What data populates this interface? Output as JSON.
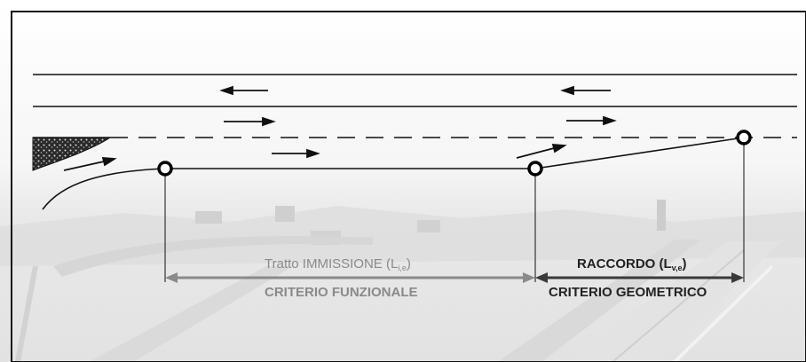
{
  "colors": {
    "lane_lines": "#111111",
    "functional_dimension": "#8a8a8a",
    "geometric_dimension": "#3a3a3a",
    "photo_haze": "#e6e6e6"
  },
  "labels": {
    "tratto_main": "Tratto IMMISSIONE (L",
    "tratto_sub": "i,e",
    "tratto_close": ")",
    "raccordo_main": "RACCORDO (L",
    "raccordo_sub": "v,e",
    "raccordo_close": ")",
    "criterio_funzionale": "CRITERIO FUNZIONALE",
    "criterio_geometrico": "CRITERIO GEOMETRICO"
  },
  "icons": [
    "arrow-left-icon",
    "arrow-right-icon",
    "ring-marker-icon"
  ]
}
